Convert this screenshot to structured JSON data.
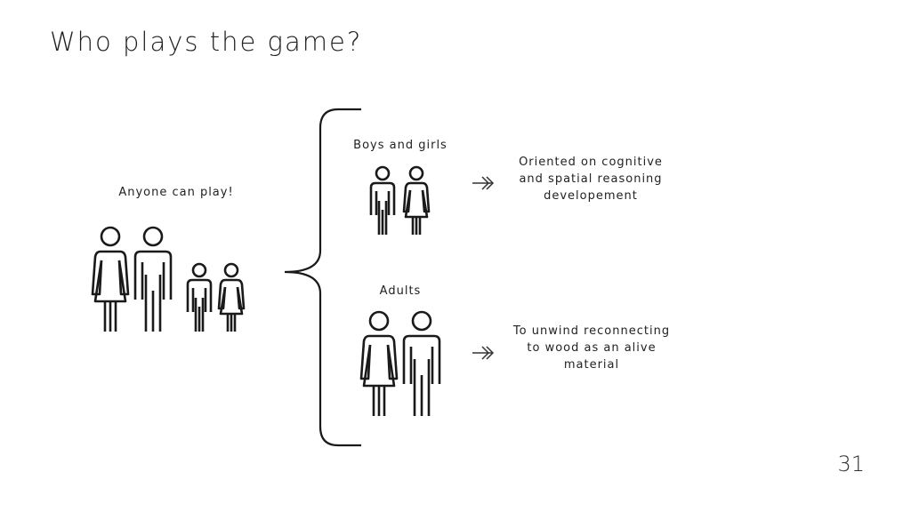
{
  "slide": {
    "title": "Who plays the game?",
    "left_group": {
      "caption": "Anyone can play!",
      "icons": [
        "woman-icon",
        "man-icon",
        "boy-icon",
        "girl-icon"
      ]
    },
    "groups": [
      {
        "heading": "Boys and girls",
        "icons": [
          "boy-icon",
          "girl-icon"
        ],
        "arrow_icon": "double-arrow-right-icon",
        "description": [
          "Oriented on cognitive",
          "and spatial reasoning",
          "developement"
        ]
      },
      {
        "heading": "Adults",
        "icons": [
          "woman-icon",
          "man-icon"
        ],
        "arrow_icon": "double-arrow-right-icon",
        "description": [
          "To unwind reconnecting",
          "to wood as an alive",
          "material"
        ]
      }
    ],
    "page_number": "31"
  }
}
